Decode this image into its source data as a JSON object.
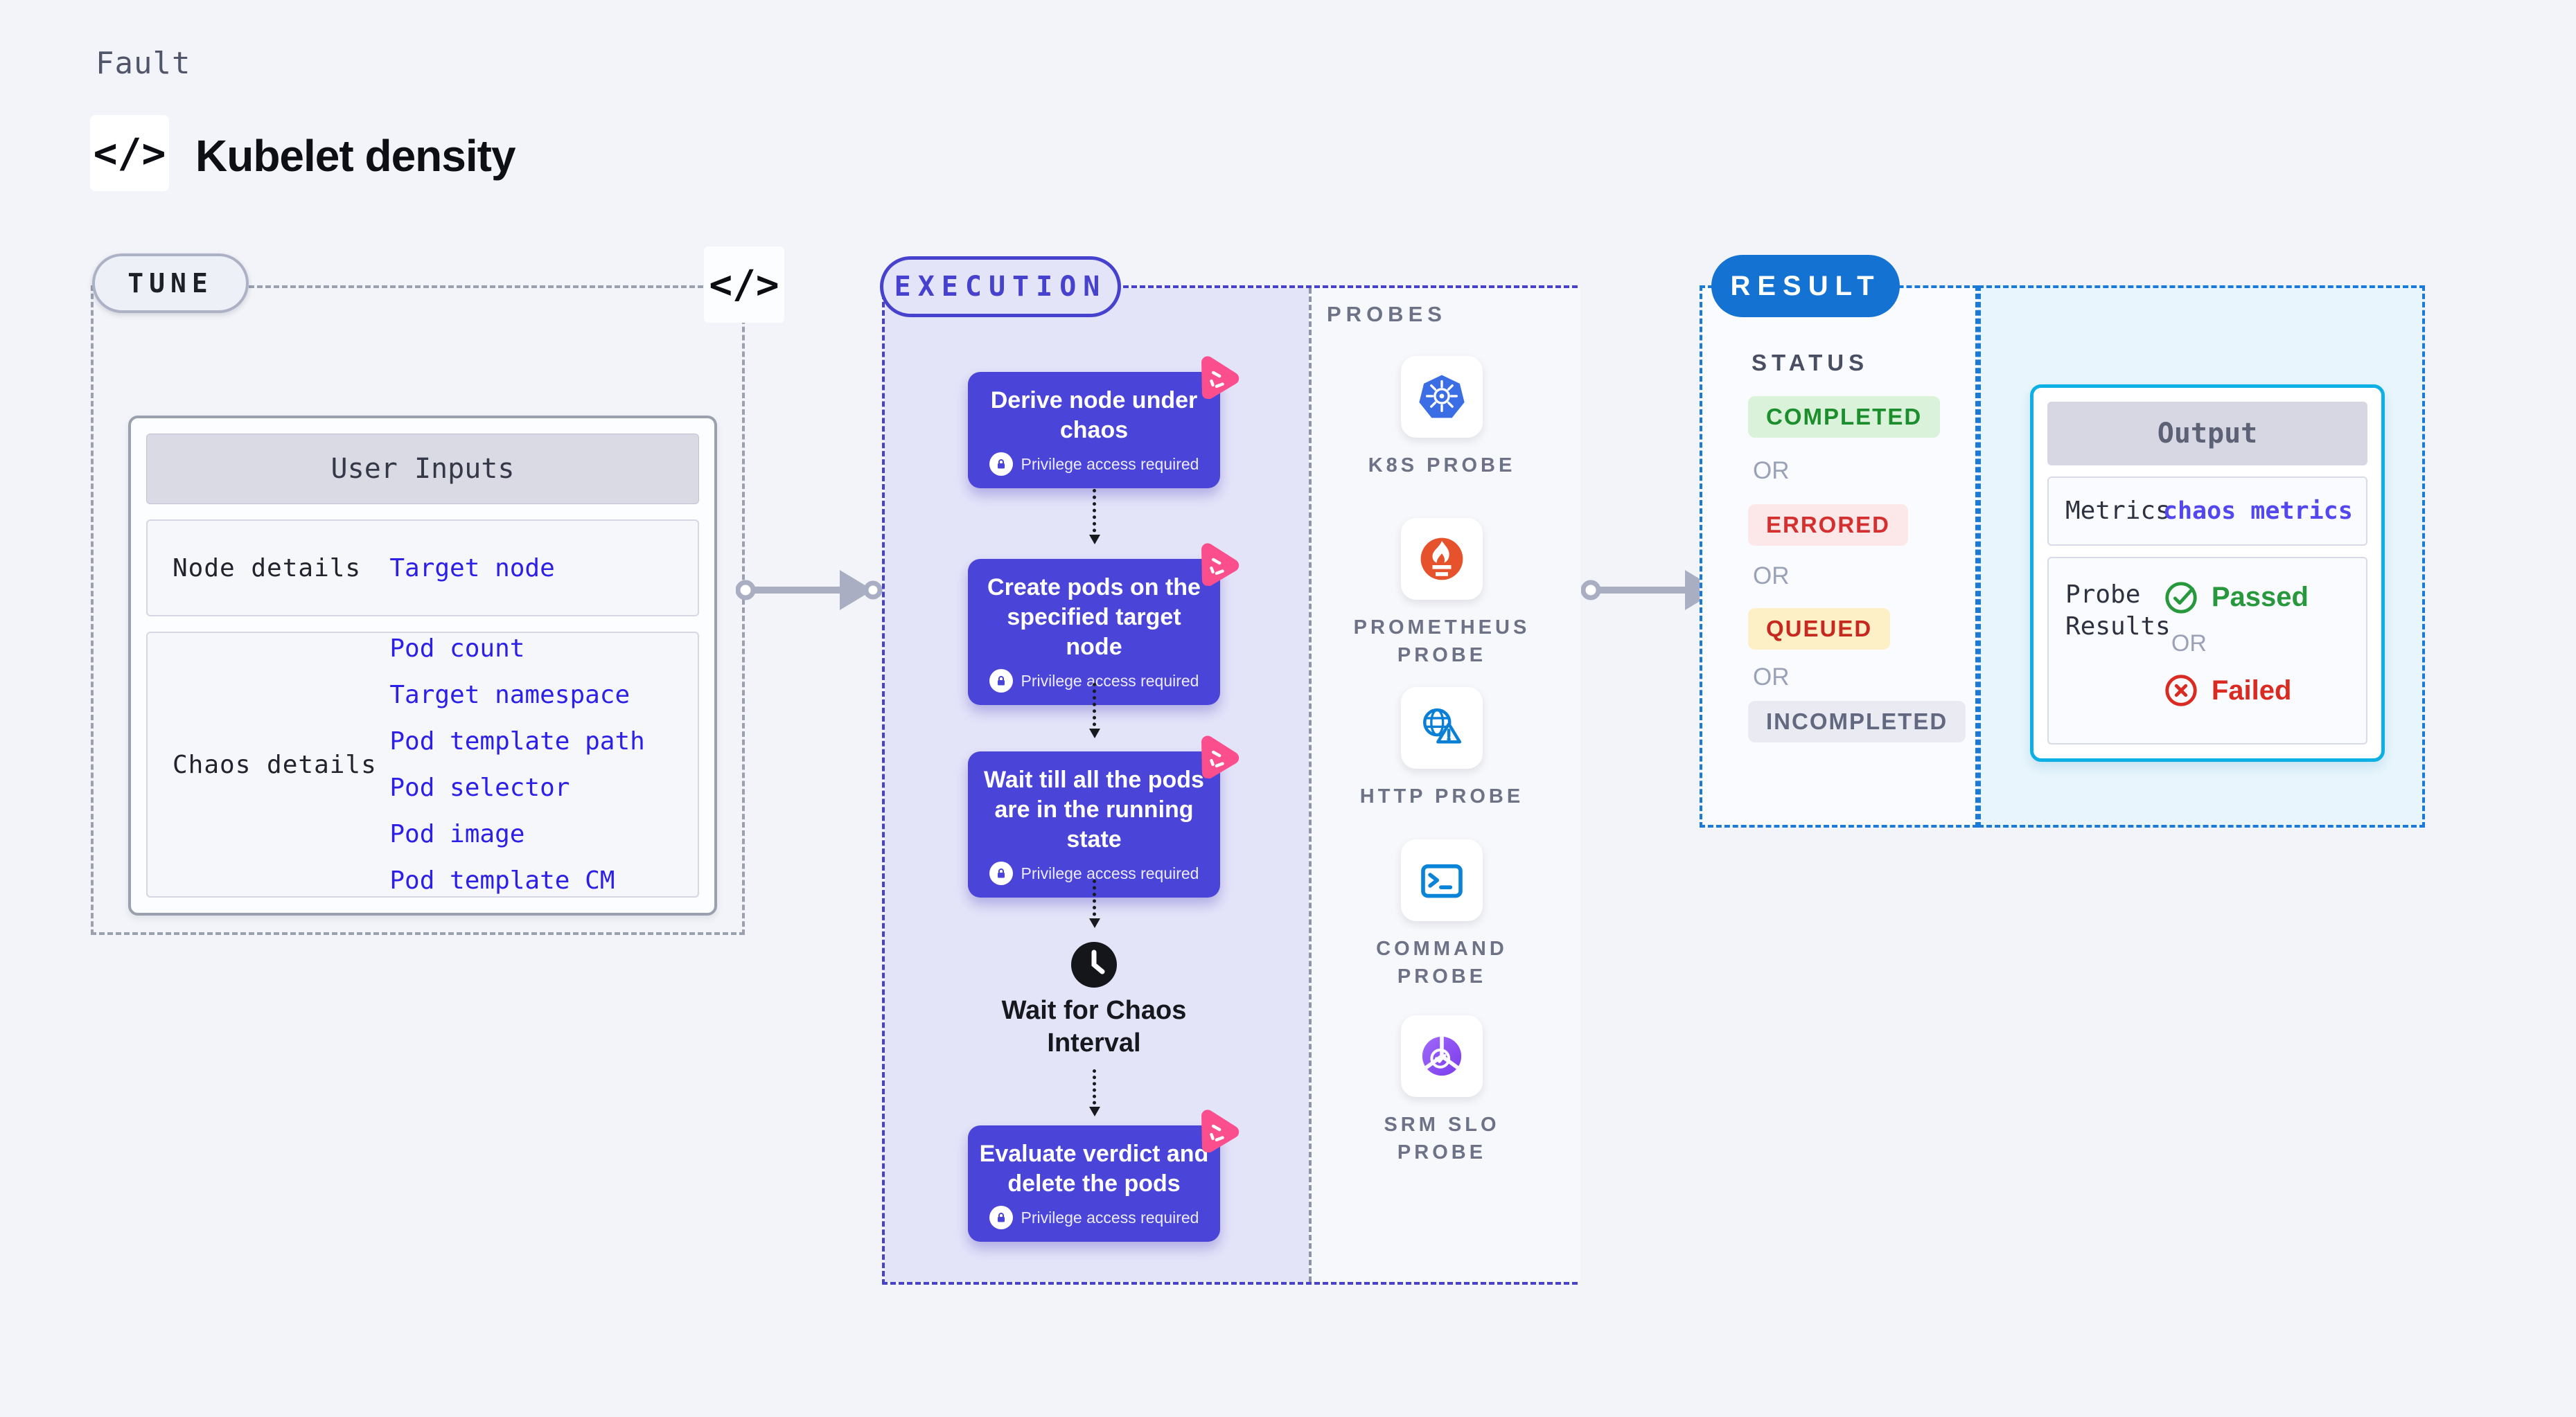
{
  "header": {
    "eyebrow": "Fault",
    "title": "Kubelet density",
    "code_icon": "</>"
  },
  "tune": {
    "pill": "TUNE",
    "code_icon": "</>",
    "card_title": "User Inputs",
    "rows": [
      {
        "label": "Node details",
        "values": [
          "Target node"
        ]
      },
      {
        "label": "Chaos details",
        "values": [
          "Pod count",
          "Target namespace",
          "Pod template path",
          "Pod selector",
          "Pod image",
          "Pod template CM"
        ]
      }
    ]
  },
  "execution": {
    "pill": "EXECUTION",
    "privilege_label": "Privilege access required",
    "steps": [
      "Derive node under chaos",
      "Create pods on the specified target node",
      "Wait till all the pods are in the running state",
      "Evaluate verdict and delete the pods"
    ],
    "wait_label": "Wait for Chaos Interval"
  },
  "probes": {
    "title": "PROBES",
    "items": [
      {
        "label": "K8S PROBE",
        "icon": "kubernetes-icon"
      },
      {
        "label": "PROMETHEUS PROBE",
        "icon": "prometheus-icon"
      },
      {
        "label": "HTTP PROBE",
        "icon": "globe-warning-icon"
      },
      {
        "label": "COMMAND PROBE",
        "icon": "terminal-icon"
      },
      {
        "label": "SRM SLO PROBE",
        "icon": "slo-donut-check-icon"
      }
    ]
  },
  "result": {
    "pill": "RESULT",
    "status_title": "STATUS",
    "or_label": "OR",
    "statuses": [
      {
        "label": "COMPLETED",
        "bg": "#d9f2d9",
        "fg": "#1d8e2d"
      },
      {
        "label": "ERRORED",
        "bg": "#fce8e8",
        "fg": "#d43030"
      },
      {
        "label": "QUEUED",
        "bg": "#fdf0c6",
        "fg": "#c5291f"
      },
      {
        "label": "INCOMPLETED",
        "bg": "#eaebf2",
        "fg": "#626880"
      }
    ],
    "output": {
      "title": "Output",
      "metrics_label": "Metrics",
      "metrics_value": "chaos metrics",
      "probe_results_label": "Probe Results",
      "passed": "Passed",
      "failed": "Failed"
    }
  },
  "colors": {
    "step_node": "#4a44d9",
    "execution_accent": "#4742cd",
    "chaos_badge_pink": "#fb4e8c",
    "result_blue": "#1372d2",
    "output_border_cyan": "#0cb0e5",
    "link_blue": "#2b1fe8",
    "passed_green": "#27993c",
    "failed_red": "#d92b21",
    "kubernetes_blue": "#3b6de4",
    "prometheus_orange": "#e6522c",
    "srm_purple": "#7a3bed"
  }
}
